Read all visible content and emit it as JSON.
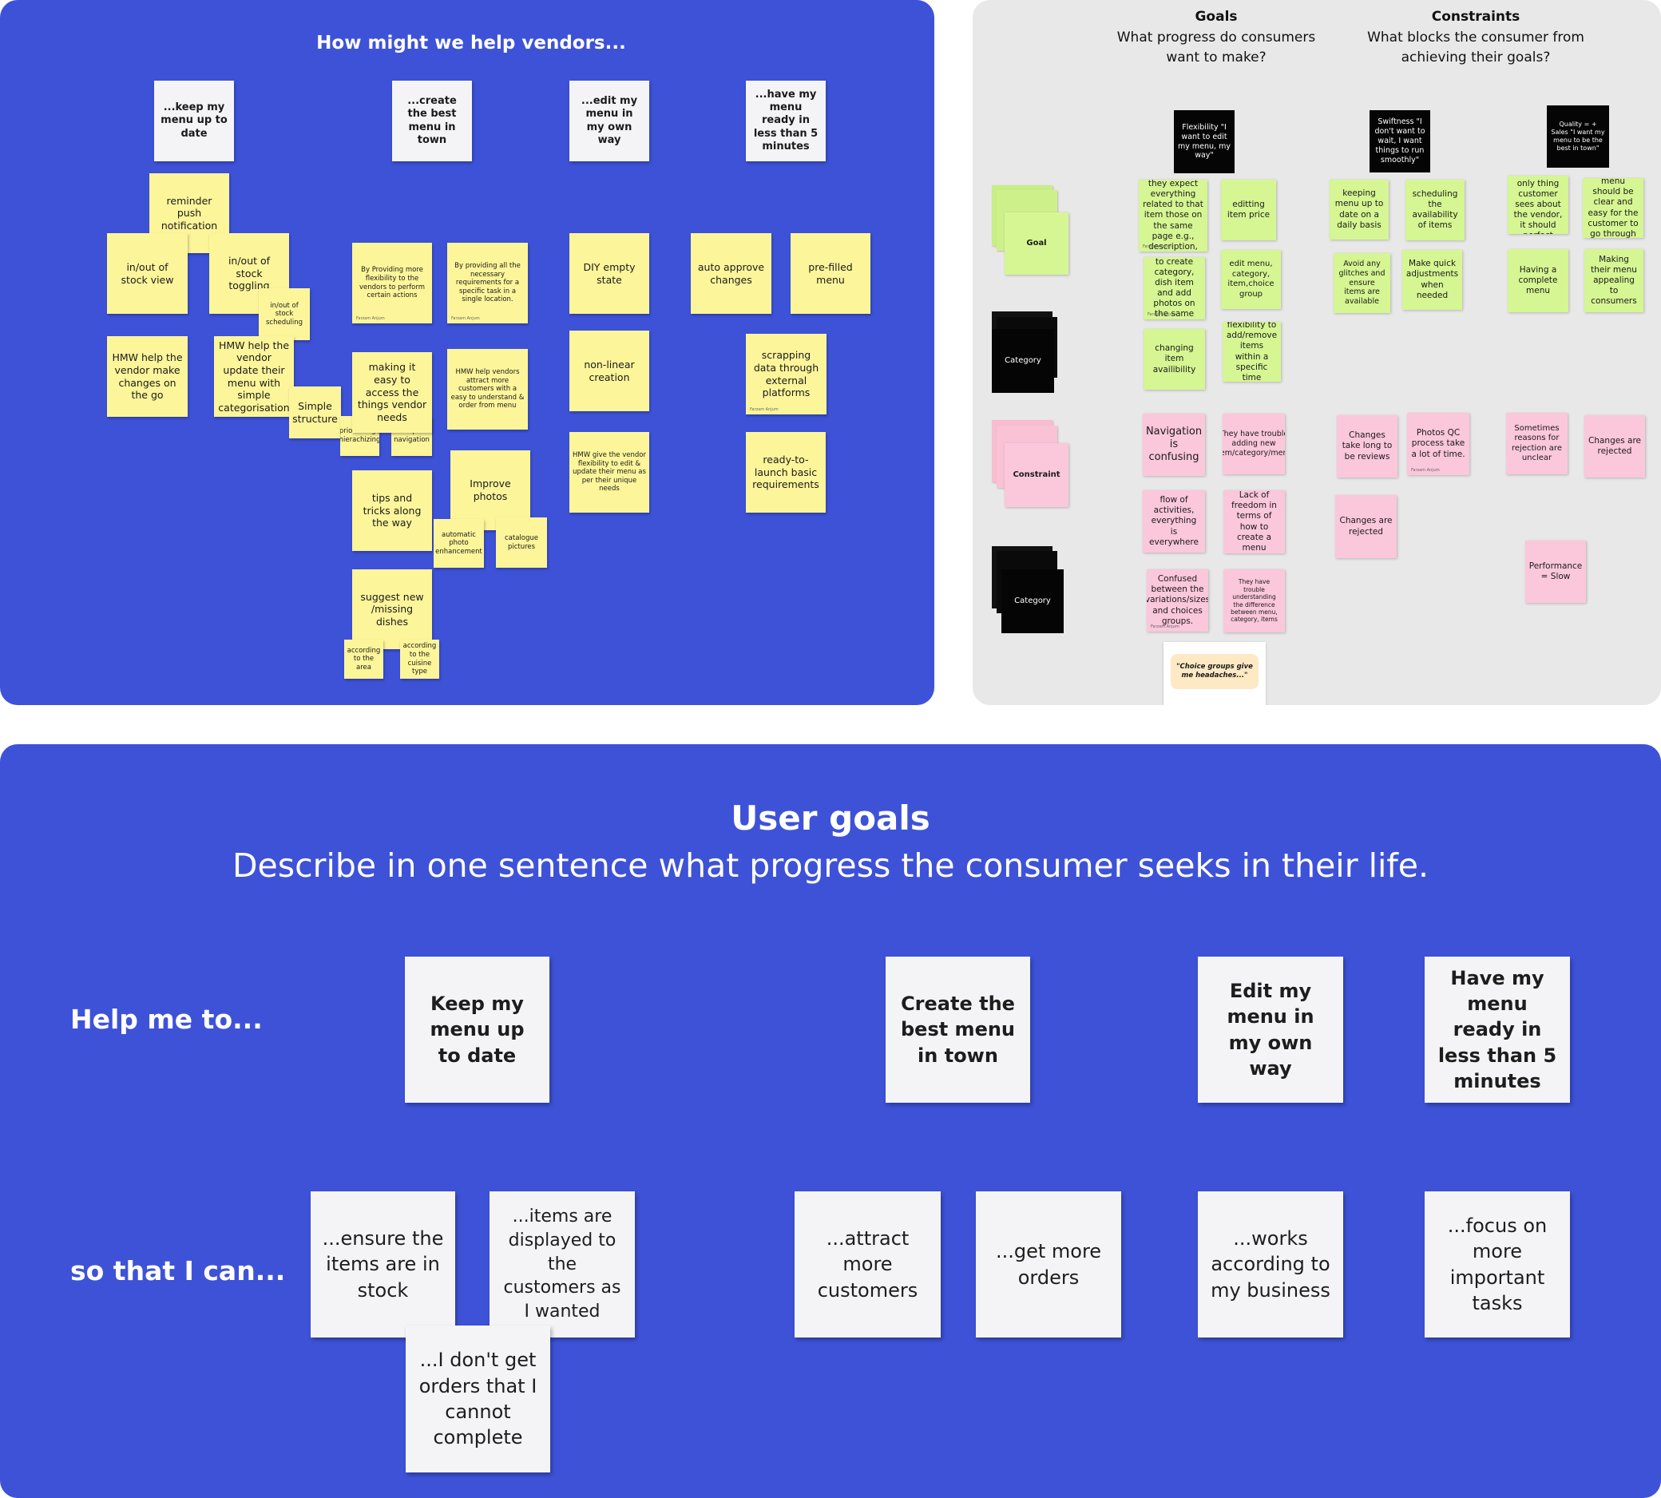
{
  "vendors_board": {
    "title": "How might we help vendors...",
    "headers": [
      "...keep my menu up to date",
      "...create the best menu in town",
      "...edit my menu in my own way",
      "...have my menu ready in less than 5 minutes"
    ],
    "col1": [
      "reminder push notification",
      "in/out of stock view",
      "in/out of stock toggling",
      "in/out of stock scheduling",
      "HMW help the vendor make changes on the go",
      "HMW help the vendor update their menu with simple categorisation",
      "Simple structure",
      "prioritizing / hierachizing",
      "simple navigation"
    ],
    "col2": [
      "By Providing more flexibility to the vendors to perform certain actions",
      "By providing all the necessary requirements for a specific task in a single location.",
      "making it easy to access the things vendor needs",
      "HMW help vendors attract more customers with a easy to understand & order from menu",
      "tips and tricks along the way",
      "Improve photos",
      "automatic photo enhancement",
      "catalogue pictures",
      "suggest new /missing dishes",
      "according to the area",
      "according to the cuisine type"
    ],
    "col3": [
      "DIY empty state",
      "non-linear creation",
      "HMW give the vendor flexibility to edit & update their menu as per their unique needs"
    ],
    "col4": [
      "auto approve changes",
      "pre-filled menu",
      "scrapping data through external platforms",
      "ready-to-launch basic requirements"
    ],
    "author": "Farzam Anjum"
  },
  "goals_board": {
    "goals_title": "Goals",
    "goals_subtitle": "What progress do consumers want to make?",
    "constraints_title": "Constraints",
    "constraints_subtitle": "What blocks the consumer from achieving their goals?",
    "legend": [
      "Goal",
      "Category",
      "Constraint",
      "Category"
    ],
    "categories": [
      "Flexibility \"I want to edit my menu, my way\"",
      "Swiftness \"I don't want to wait, I want things to run smoothly\"",
      "Quality = + Sales \"I want my menu to be the best in town\""
    ],
    "green_notes": [
      "While editing the dish item, they expect everything related to that item those on the same page e.g., description, photo, choice-groups etc",
      "editting item price",
      "Users wants to create category, dish item and add photos on the same page/flow.",
      "edit menu, category, item,choice group",
      "changing item availibility",
      "flexibility to add/remove items within a specific time",
      "keeping menu up to date on a daily basis",
      "scheduling the availability of items",
      "Avoid any glitches and ensure items are available",
      "Make quick adjustments when needed",
      "menu is the only thing customer sees about the vendor, it should perfect",
      "menu should be clear and easy for the customer to go through",
      "Having a complete menu",
      "Making their menu appealing to consumers"
    ],
    "pink_notes": [
      "Navigation is confusing",
      "They have trouble adding new item/category/menu",
      "flow of activities, everything is everywhere",
      "Lack of freedom in terms of how to create a menu",
      "Confused between the variations/sizes and choices groups.",
      "They have trouble understanding the difference between menu, category, items",
      "Changes take long to be reviews",
      "Photos QC process take a lot of time.",
      "Changes are rejected",
      "Sometimes reasons for rejection are unclear",
      "Changes are rejected",
      "Performance = Slow"
    ],
    "quote": "\"Choice groups give me headaches...\"",
    "author": "Farzam Anjum"
  },
  "user_goals": {
    "title": "User goals",
    "subtitle": "Describe in one sentence what progress the consumer seeks in their life.",
    "help_label": "Help me to...",
    "so_label": "so that I can...",
    "help_cards": [
      "Keep my menu up to date",
      "Create the best menu in town",
      "Edit my menu in my own way",
      "Have my menu ready in less than 5 minutes"
    ],
    "so_cards": [
      "...ensure the items are in stock",
      "...items are displayed to the customers as I wanted",
      "...I don't get orders that I cannot complete",
      "...attract more customers",
      "...get more orders",
      "...works according to my business",
      "...focus on more important tasks"
    ]
  },
  "colors": {
    "board_blue": "#3e52d8",
    "board_gray": "#e8e8e8",
    "sticky_yellow": "#fdf59a",
    "sticky_green": "#d5f692",
    "sticky_pink": "#fbc7da"
  }
}
